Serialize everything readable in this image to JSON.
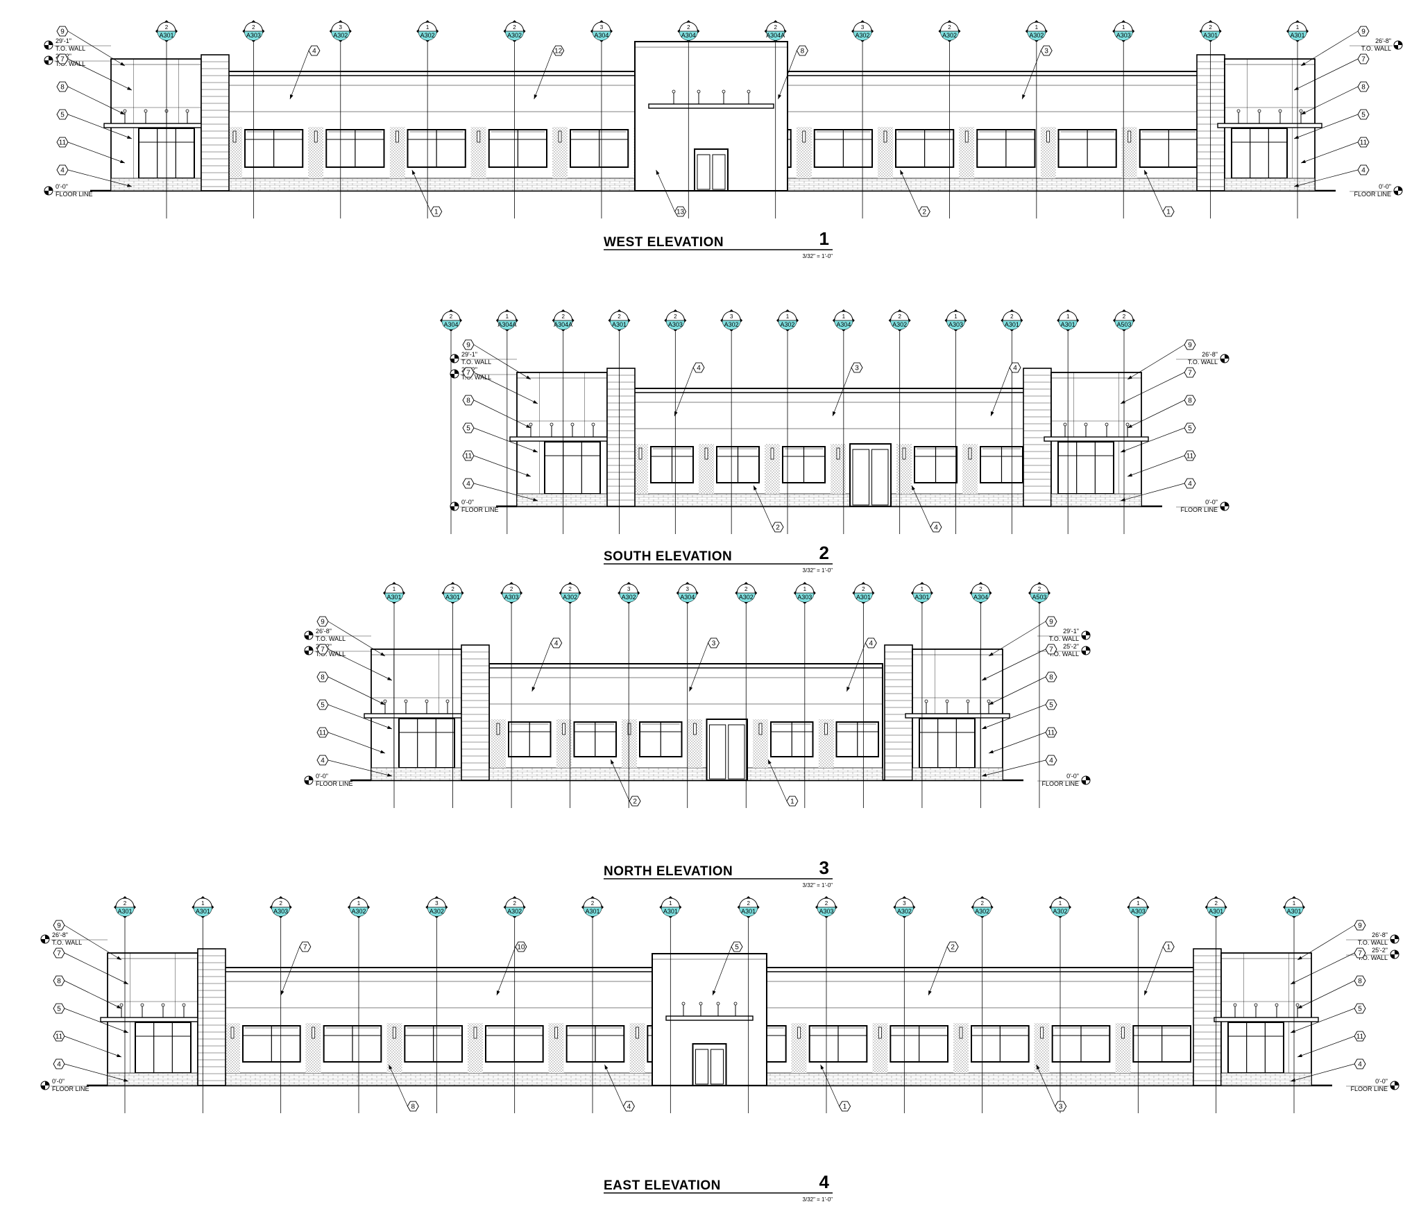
{
  "elevations": [
    {
      "title": "WEST ELEVATION",
      "number": "1",
      "scale": "3/32\" = 1'-0\"",
      "bubbles": [
        {
          "n": "2",
          "ref": "A301"
        },
        {
          "n": "2",
          "ref": "A303"
        },
        {
          "n": "3",
          "ref": "A302"
        },
        {
          "n": "1",
          "ref": "A302"
        },
        {
          "n": "2",
          "ref": "A302"
        },
        {
          "n": "3",
          "ref": "A304"
        },
        {
          "n": "2",
          "ref": "A304"
        },
        {
          "n": "2",
          "ref": "A304A"
        },
        {
          "n": "3",
          "ref": "A302"
        },
        {
          "n": "2",
          "ref": "A302"
        },
        {
          "n": "1",
          "ref": "A302"
        },
        {
          "n": "1",
          "ref": "A303"
        },
        {
          "n": "2",
          "ref": "A301"
        },
        {
          "n": "1",
          "ref": "A301"
        }
      ],
      "levels_left": [
        {
          "elev": "29'-1\"",
          "name": "T.O. WALL"
        },
        {
          "elev": "25'-2\"",
          "name": "T.O. WALL"
        },
        {
          "elev": "0'-0\"",
          "name": "FLOOR LINE"
        }
      ],
      "levels_right": [
        {
          "elev": "26'-8\"",
          "name": "T.O. WALL"
        },
        {
          "elev": "0'-0\"",
          "name": "FLOOR LINE"
        }
      ],
      "keynotes_left": [
        "9",
        "7",
        "8",
        "5",
        "11",
        "4"
      ],
      "keynotes_right": [
        "9",
        "7",
        "8",
        "5",
        "11",
        "4"
      ],
      "keynotes_mid": [
        "4",
        "1",
        "12",
        "13",
        "8",
        "2",
        "3",
        "1"
      ]
    },
    {
      "title": "SOUTH ELEVATION",
      "number": "2",
      "scale": "3/32\" = 1'-0\"",
      "bubbles": [
        {
          "n": "2",
          "ref": "A304"
        },
        {
          "n": "1",
          "ref": "A304A"
        },
        {
          "n": "2",
          "ref": "A304A"
        },
        {
          "n": "2",
          "ref": "A301"
        },
        {
          "n": "2",
          "ref": "A303"
        },
        {
          "n": "3",
          "ref": "A302"
        },
        {
          "n": "1",
          "ref": "A302"
        },
        {
          "n": "1",
          "ref": "A304"
        },
        {
          "n": "2",
          "ref": "A302"
        },
        {
          "n": "1",
          "ref": "A303"
        },
        {
          "n": "2",
          "ref": "A301"
        },
        {
          "n": "1",
          "ref": "A301"
        },
        {
          "n": "2",
          "ref": "A503"
        }
      ],
      "levels_left": [
        {
          "elev": "29'-1\"",
          "name": "T.O. WALL"
        },
        {
          "elev": "25'-2\"",
          "name": "T.O. WALL"
        },
        {
          "elev": "0'-0\"",
          "name": "FLOOR LINE"
        }
      ],
      "levels_right": [
        {
          "elev": "26'-8\"",
          "name": "T.O. WALL"
        },
        {
          "elev": "0'-0\"",
          "name": "FLOOR LINE"
        }
      ],
      "keynotes_left": [
        "9",
        "7",
        "8",
        "5",
        "11",
        "4"
      ],
      "keynotes_right": [
        "9",
        "7",
        "8",
        "5",
        "11",
        "4"
      ],
      "keynotes_mid": [
        "4",
        "2",
        "3",
        "4",
        "4"
      ]
    },
    {
      "title": "NORTH ELEVATION",
      "number": "3",
      "scale": "3/32\" = 1'-0\"",
      "bubbles": [
        {
          "n": "1",
          "ref": "A301"
        },
        {
          "n": "2",
          "ref": "A301"
        },
        {
          "n": "2",
          "ref": "A303"
        },
        {
          "n": "2",
          "ref": "A302"
        },
        {
          "n": "3",
          "ref": "A302"
        },
        {
          "n": "3",
          "ref": "A304"
        },
        {
          "n": "2",
          "ref": "A302"
        },
        {
          "n": "1",
          "ref": "A303"
        },
        {
          "n": "2",
          "ref": "A301"
        },
        {
          "n": "1",
          "ref": "A301"
        },
        {
          "n": "2",
          "ref": "A304"
        },
        {
          "n": "2",
          "ref": "A503"
        }
      ],
      "levels_left": [
        {
          "elev": "26'-8\"",
          "name": "T.O. WALL"
        },
        {
          "elev": "25'-2\"",
          "name": "T.O. WALL"
        },
        {
          "elev": "0'-0\"",
          "name": "FLOOR LINE"
        }
      ],
      "levels_right": [
        {
          "elev": "29'-1\"",
          "name": "T.O. WALL"
        },
        {
          "elev": "25'-2\"",
          "name": "T.O. WALL"
        },
        {
          "elev": "0'-0\"",
          "name": "FLOOR LINE"
        }
      ],
      "keynotes_left": [
        "9",
        "7",
        "8",
        "5",
        "11",
        "4"
      ],
      "keynotes_right": [
        "9",
        "7",
        "8",
        "5",
        "11",
        "4"
      ],
      "keynotes_mid": [
        "4",
        "2",
        "3",
        "1",
        "4"
      ]
    },
    {
      "title": "EAST ELEVATION",
      "number": "4",
      "scale": "3/32\" = 1'-0\"",
      "bubbles": [
        {
          "n": "2",
          "ref": "A301"
        },
        {
          "n": "1",
          "ref": "A301"
        },
        {
          "n": "2",
          "ref": "A303"
        },
        {
          "n": "1",
          "ref": "A302"
        },
        {
          "n": "3",
          "ref": "A302"
        },
        {
          "n": "2",
          "ref": "A302"
        },
        {
          "n": "2",
          "ref": "A301"
        },
        {
          "n": "1",
          "ref": "A301"
        },
        {
          "n": "2",
          "ref": "A301"
        },
        {
          "n": "2",
          "ref": "A303"
        },
        {
          "n": "3",
          "ref": "A302"
        },
        {
          "n": "2",
          "ref": "A302"
        },
        {
          "n": "1",
          "ref": "A302"
        },
        {
          "n": "1",
          "ref": "A303"
        },
        {
          "n": "2",
          "ref": "A301"
        },
        {
          "n": "1",
          "ref": "A301"
        }
      ],
      "levels_left": [
        {
          "elev": "26'-8\"",
          "name": "T.O. WALL"
        },
        {
          "elev": "0'-0\"",
          "name": "FLOOR LINE"
        }
      ],
      "levels_right": [
        {
          "elev": "26'-8\"",
          "name": "T.O. WALL"
        },
        {
          "elev": "25'-2\"",
          "name": "T.O. WALL"
        },
        {
          "elev": "0'-0\"",
          "name": "FLOOR LINE"
        }
      ],
      "keynotes_left": [
        "9",
        "7",
        "8",
        "5",
        "11",
        "4"
      ],
      "keynotes_right": [
        "9",
        "7",
        "8",
        "5",
        "11",
        "4"
      ],
      "keynotes_mid": [
        "7",
        "8",
        "10",
        "4",
        "5",
        "1",
        "2",
        "3",
        "1"
      ]
    }
  ],
  "colors": {
    "line": "#000000",
    "bubble_fill": "#7fe0e0",
    "hatch": "#9a9a9a",
    "brick": "#bdbdbd"
  }
}
